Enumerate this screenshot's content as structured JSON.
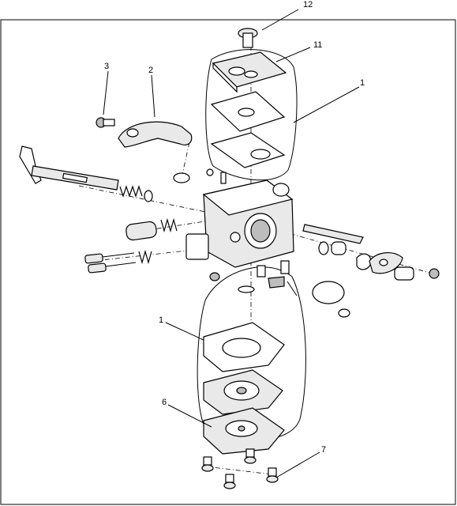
{
  "diagram": {
    "callouts": [
      {
        "id": "c12",
        "label": "12"
      },
      {
        "id": "c11",
        "label": "11"
      },
      {
        "id": "c3",
        "label": "3"
      },
      {
        "id": "c2",
        "label": "2"
      },
      {
        "id": "c1a",
        "label": "1"
      },
      {
        "id": "c1b",
        "label": "1"
      },
      {
        "id": "c6",
        "label": "6"
      },
      {
        "id": "c7",
        "label": "7"
      }
    ]
  }
}
